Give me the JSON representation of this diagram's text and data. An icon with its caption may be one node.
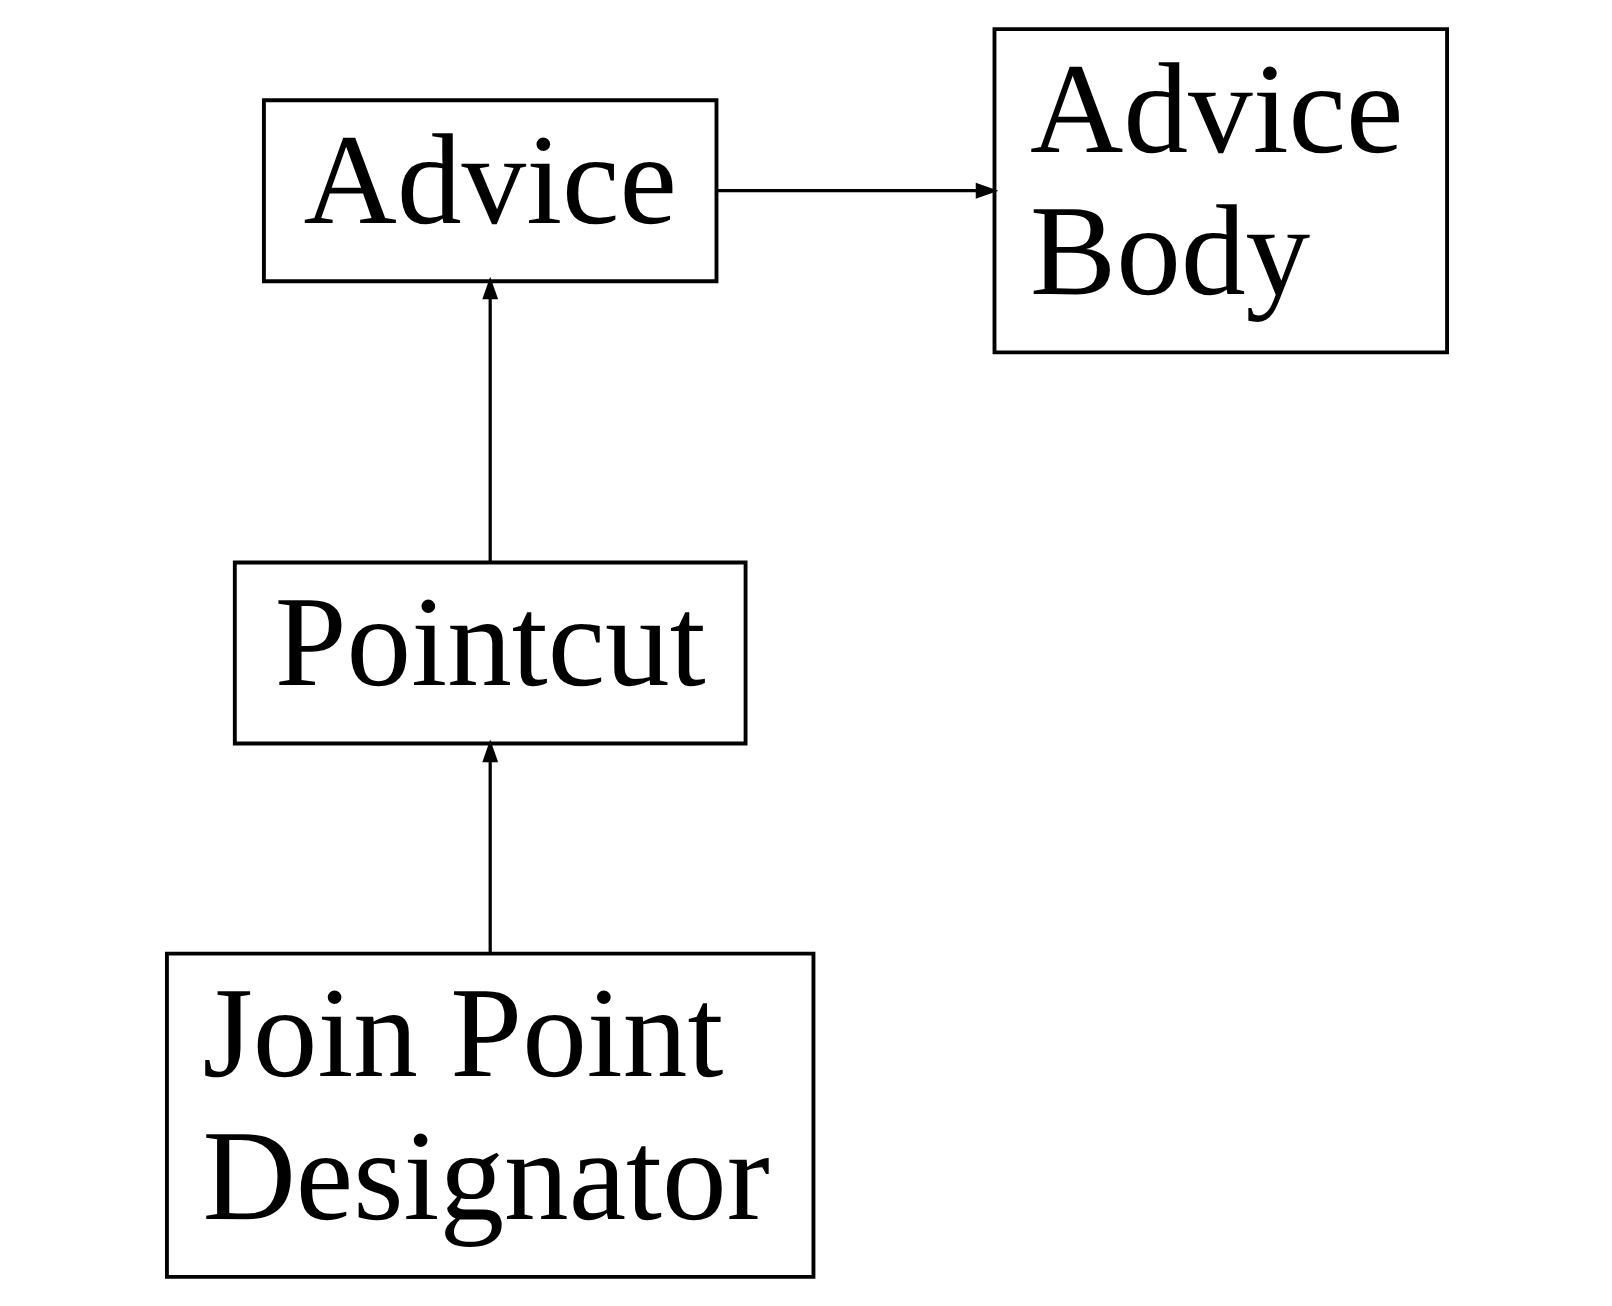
{
  "diagram": {
    "nodes": [
      {
        "text": [
          "Advice"
        ]
      },
      {
        "text": [
          "Advice Body"
        ]
      },
      {
        "text": [
          "Pointcut"
        ]
      },
      {
        "text": [
          "Join Point Designator"
        ]
      }
    ],
    "edges": [
      {
        "from": 0,
        "to": 1,
        "arrow": "to"
      },
      {
        "from": 2,
        "to": 0,
        "arrow": "to"
      },
      {
        "from": 3,
        "to": 2,
        "arrow": "to"
      }
    ]
  }
}
